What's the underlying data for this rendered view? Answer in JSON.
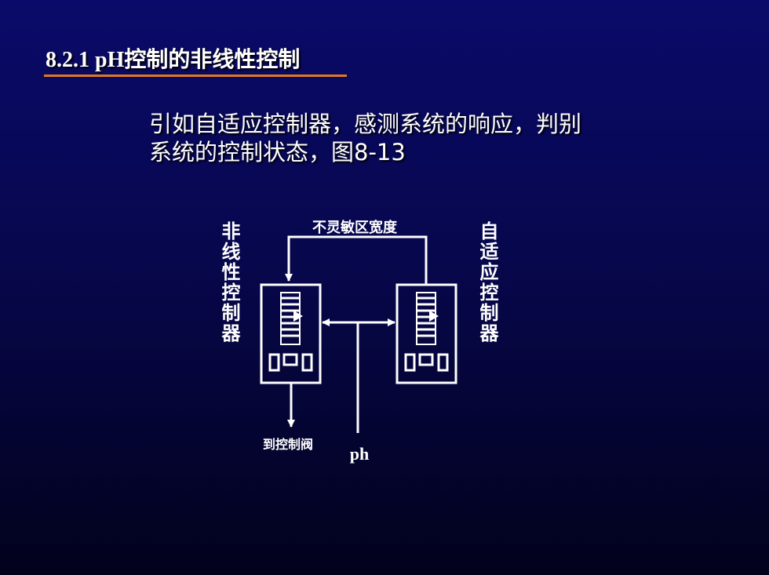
{
  "slide": {
    "title": "8.2.1  pH控制的非线性控制",
    "body_line1": "引如自适应控制器，感测系统的响应，判别",
    "body_line2": "系统的控制状态，图8-13"
  },
  "diagram": {
    "top_label": "不灵敏区宽度",
    "left_controller_label": "非线性控制器",
    "right_controller_label": "自适应控制器",
    "output_label": "到控制阀",
    "input_label": "ph"
  },
  "colors": {
    "background_top": "#0a0a6a",
    "background_bottom": "#02021c",
    "title_underline": "#e07a1a",
    "text": "#ffffff"
  }
}
